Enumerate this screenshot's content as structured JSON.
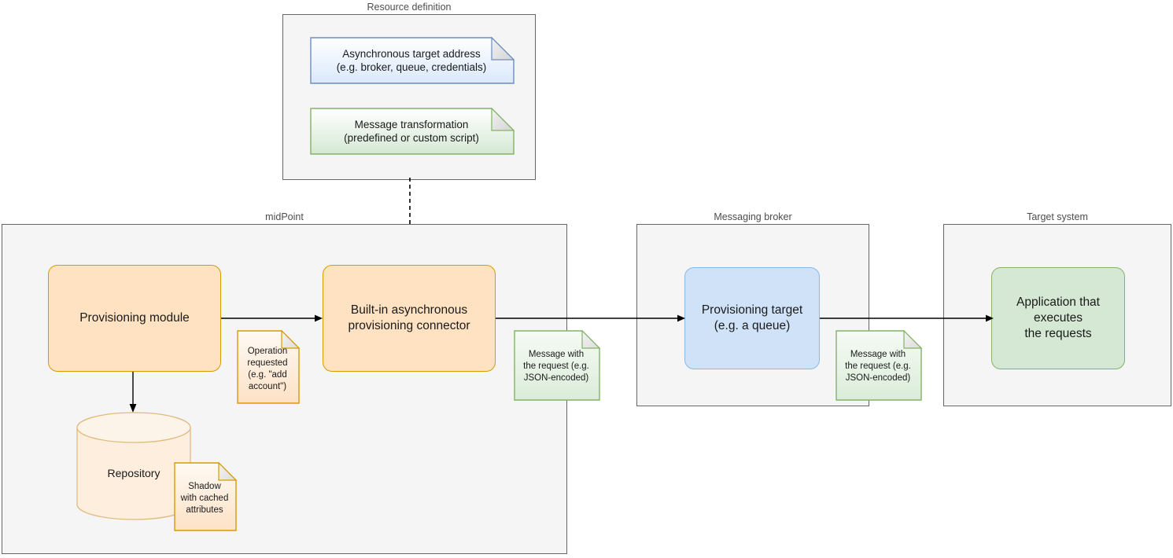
{
  "diagram": {
    "title_visible": false,
    "groups": [
      {
        "id": "resource-definition",
        "label": "Resource definition"
      },
      {
        "id": "midpoint",
        "label": "midPoint"
      },
      {
        "id": "messaging-broker",
        "label": "Messaging broker"
      },
      {
        "id": "target-system",
        "label": "Target system"
      }
    ],
    "notes_top": [
      {
        "id": "async-target-address",
        "line1": "Asynchronous target address",
        "line2": "(e.g. broker, queue, credentials)",
        "text": "Asynchronous target address\n(e.g. broker, queue, credentials)",
        "fill": "#dae8fc",
        "stroke": "#6c8ebf"
      },
      {
        "id": "message-transformation",
        "line1": "Message transformation",
        "line2": "(predefined or custom script)",
        "text": "Message transformation\n(predefined or custom script)",
        "fill": "#d5e8d4",
        "stroke": "#82b366"
      }
    ],
    "nodes": [
      {
        "id": "provisioning-module",
        "text": "Provisioning module",
        "fill": "#ffe2c2",
        "stroke": "#d79b00"
      },
      {
        "id": "async-connector",
        "text": "Built-in asynchronous\nprovisioning connector",
        "fill": "#ffe2c2",
        "stroke": "#d79b00"
      },
      {
        "id": "provisioning-target",
        "text": "Provisioning target\n(e.g. a queue)",
        "fill": "#cfe2f8",
        "stroke": "#8ab6e8"
      },
      {
        "id": "target-application",
        "text": "Application that\nexecutes\nthe requests",
        "fill": "#d5e8d4",
        "stroke": "#82b366"
      }
    ],
    "repository": {
      "id": "repository",
      "label": "Repository",
      "fill": "#fdeedd",
      "stroke": "#d6b656"
    },
    "notes_small": [
      {
        "id": "operation-requested",
        "text": "Operation\nrequested\n(e.g. \"add\naccount\")",
        "fill": "#fdebd9",
        "stroke": "#d79b00"
      },
      {
        "id": "shadow-cached-attrs",
        "text": "Shadow\nwith cached\nattributes",
        "fill": "#fdebd9",
        "stroke": "#d79b00"
      },
      {
        "id": "message-request-1",
        "text": "Message with\nthe request (e.g.\nJSON-encoded)",
        "fill": "#e3efe1",
        "stroke": "#82b366"
      },
      {
        "id": "message-request-2",
        "text": "Message with\nthe request (e.g.\nJSON-encoded)",
        "fill": "#e3efe1",
        "stroke": "#82b366"
      }
    ],
    "colors": {
      "group_fill": "#f5f5f5",
      "group_stroke": "#666666",
      "label_text": "#4d4d4d",
      "node_text": "#1a1a1a",
      "arrow": "#000000"
    }
  }
}
